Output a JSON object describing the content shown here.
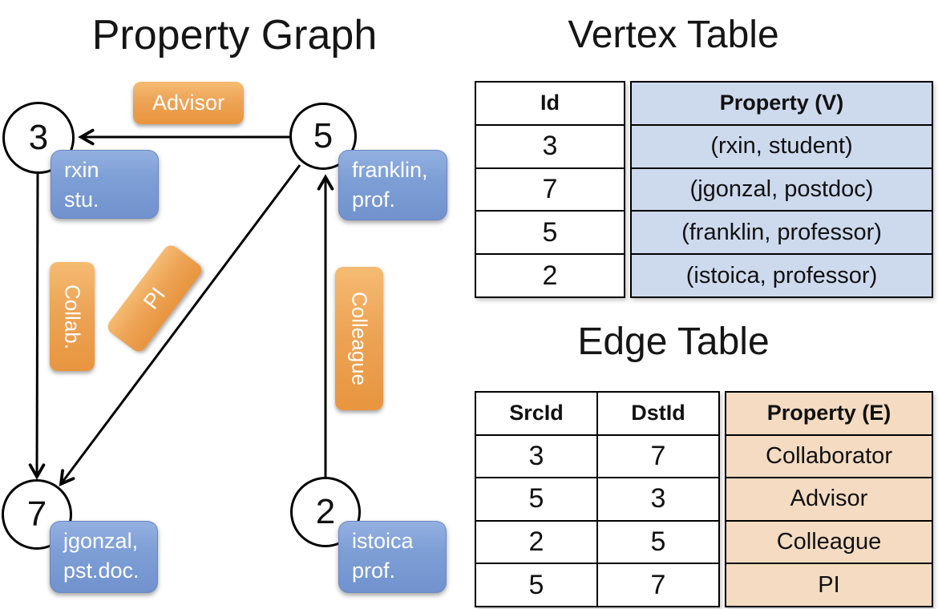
{
  "graph": {
    "title": "Property Graph",
    "nodes": [
      {
        "id": "3",
        "label": "3"
      },
      {
        "id": "5",
        "label": "5"
      },
      {
        "id": "7",
        "label": "7"
      },
      {
        "id": "2",
        "label": "2"
      }
    ],
    "node_properties": [
      {
        "node": "3",
        "line1": "rxin",
        "line2": "stu."
      },
      {
        "node": "5",
        "line1": "franklin,",
        "line2": "prof."
      },
      {
        "node": "7",
        "line1": "jgonzal,",
        "line2": "pst.doc."
      },
      {
        "node": "2",
        "line1": "istoica",
        "line2": "prof."
      }
    ],
    "edges": [
      {
        "src": "5",
        "dst": "3",
        "label": "Advisor"
      },
      {
        "src": "3",
        "dst": "7",
        "label": "Collab."
      },
      {
        "src": "5",
        "dst": "7",
        "label": "PI"
      },
      {
        "src": "2",
        "dst": "5",
        "label": "Colleague"
      }
    ]
  },
  "vertex_table": {
    "title": "Vertex Table",
    "columns": [
      "Id",
      "Property (V)"
    ],
    "rows": [
      [
        "3",
        "(rxin, student)"
      ],
      [
        "7",
        "(jgonzal, postdoc)"
      ],
      [
        "5",
        "(franklin, professor)"
      ],
      [
        "2",
        "(istoica, professor)"
      ]
    ]
  },
  "edge_table": {
    "title": "Edge Table",
    "columns": [
      "SrcId",
      "DstId",
      "Property (E)"
    ],
    "rows": [
      [
        "3",
        "7",
        "Collaborator"
      ],
      [
        "5",
        "3",
        "Advisor"
      ],
      [
        "2",
        "5",
        "Colleague"
      ],
      [
        "5",
        "7",
        "PI"
      ]
    ]
  },
  "colors": {
    "edge_label_orange": "#ec9e4c",
    "vertex_property_blue": "#7e9fd6",
    "vertex_table_fill": "#cdd9ed",
    "edge_table_fill": "#f4dbc1",
    "line_black": "#000000"
  }
}
